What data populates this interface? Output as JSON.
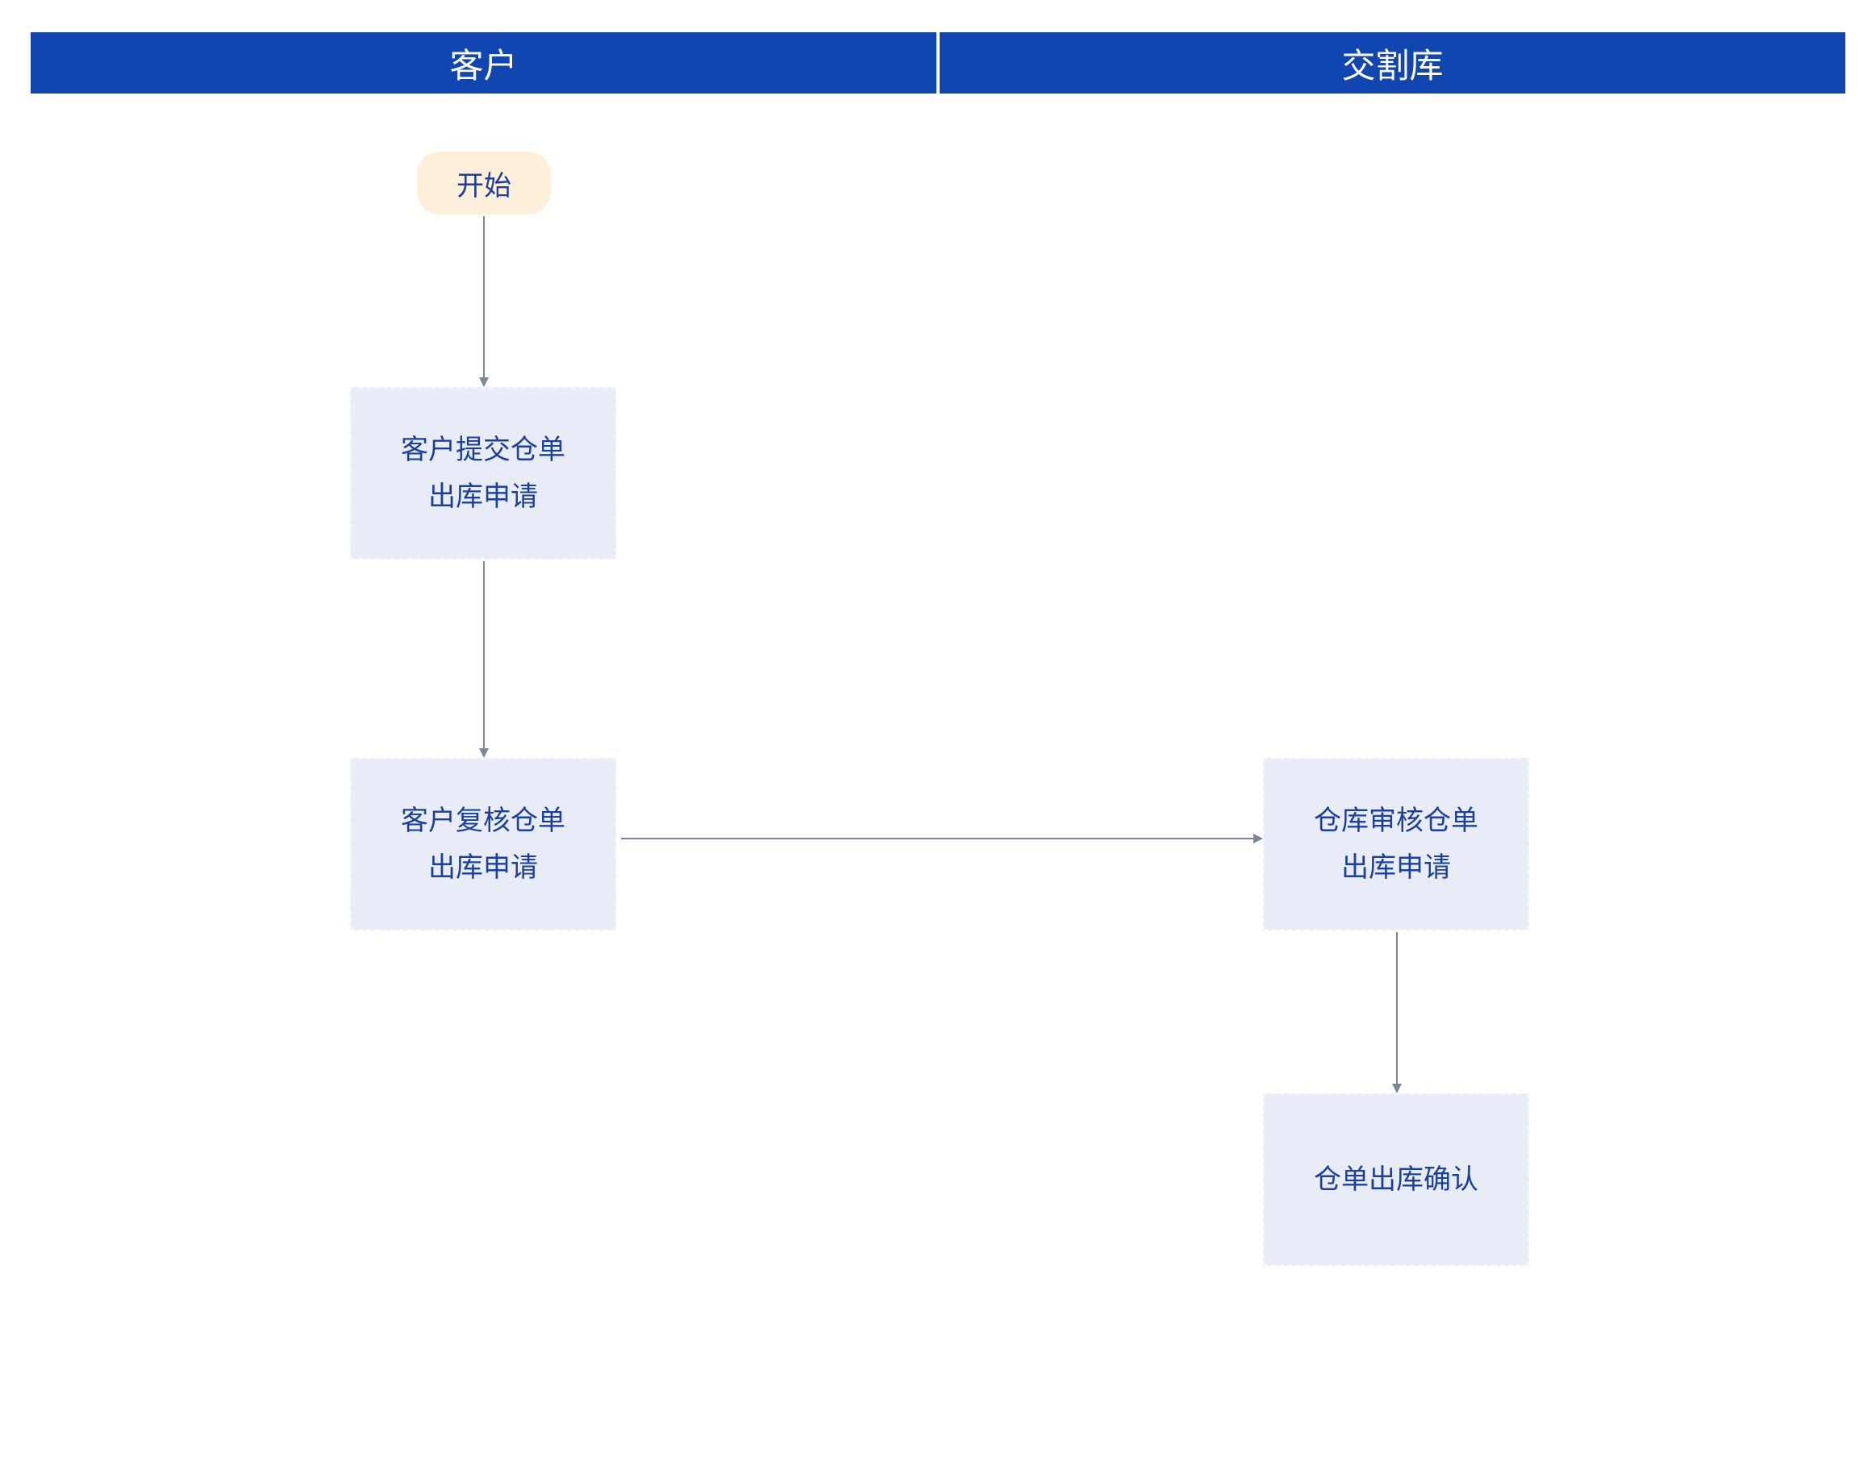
{
  "lanes": {
    "customer": "客户",
    "warehouse": "交割库"
  },
  "nodes": {
    "start": "开始",
    "submit": [
      "客户提交仓单",
      "出库申请"
    ],
    "review": [
      "客户复核仓单",
      "出库申请"
    ],
    "audit": [
      "仓库审核仓单",
      "出库申请"
    ],
    "confirm": [
      "仓单出库确认"
    ]
  },
  "colors": {
    "header": "#1145b0",
    "node_fill": "#e8ecf7",
    "terminator_fill": "#fdefd9",
    "text": "#1b3f9c",
    "connector": "#7b8696"
  }
}
